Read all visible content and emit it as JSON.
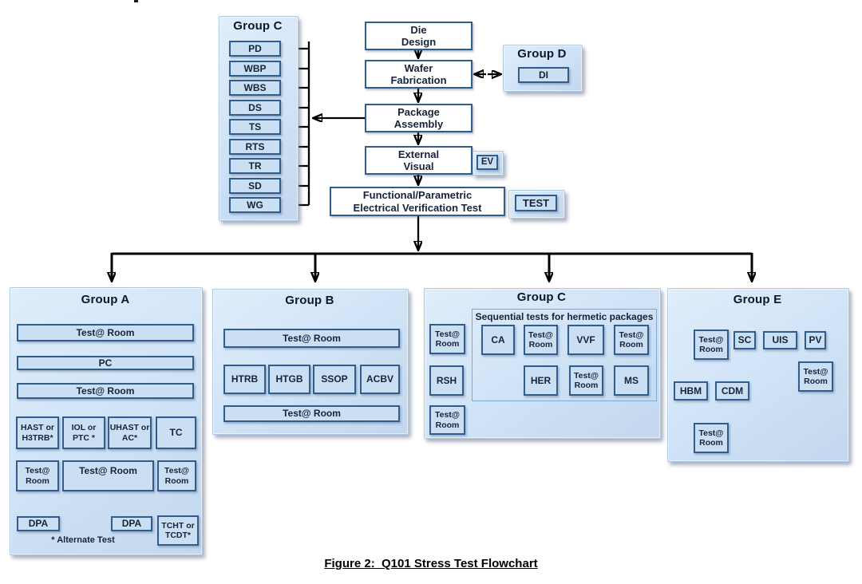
{
  "caption": "Figure 2:  Q101 Stress Test Flowchart",
  "shared": {
    "test_room": "Test@ Room",
    "test_room_stacked": "Test@\nRoom"
  },
  "top_group_c": {
    "title": "Group C",
    "items": [
      "PD",
      "WBP",
      "WBS",
      "DS",
      "TS",
      "RTS",
      "TR",
      "SD",
      "WG"
    ]
  },
  "group_d": {
    "title": "Group D",
    "item": "DI"
  },
  "flow": {
    "die_design": "Die\nDesign",
    "wafer_fabrication": "Wafer\nFabrication",
    "package_assembly": "Package\nAssembly",
    "external_visual": "External\nVisual",
    "ev_badge": "EV",
    "electrical_test": "Functional/Parametric\nElectrical Verification Test",
    "test_badge": "TEST"
  },
  "group_a": {
    "title": "Group A",
    "pc": "PC",
    "branch_hast": "HAST or\nH3TRB*",
    "branch_iol": "IOL or\nPTC *",
    "branch_uhast": "UHAST or\nAC*",
    "branch_tc": "TC",
    "dpa": "DPA",
    "tcht": "TCHT or\nTCDT*",
    "footnote": "* Alternate Test"
  },
  "group_b": {
    "title": "Group B",
    "tests": [
      "HTRB",
      "HTGB",
      "SSOP",
      "ACBV"
    ]
  },
  "group_c_bottom": {
    "title": "Group C",
    "sequential_label": "Sequential tests for hermetic packages",
    "ca": "CA",
    "vvf": "VVF",
    "ms": "MS",
    "her": "HER",
    "rsh": "RSH"
  },
  "group_e": {
    "title": "Group E",
    "sc": "SC",
    "uis": "UIS",
    "pv": "PV",
    "hbm": "HBM",
    "cdm": "CDM"
  },
  "colors": {
    "node_border": "#305c8e",
    "node_fill": "#cbdff2",
    "panel_fill": "#cfe2f6",
    "arrow": "#000000"
  }
}
